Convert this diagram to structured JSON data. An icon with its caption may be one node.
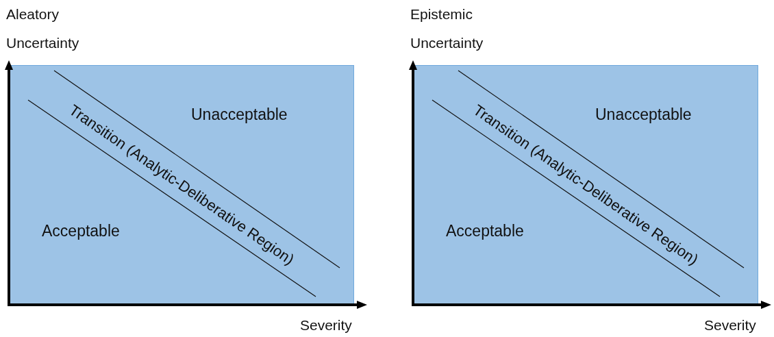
{
  "diagram": {
    "nodes": [
      {
        "text": [
          "Unacceptable",
          "Transition (Analytic-Deliberative Region)",
          "Acceptable"
        ]
      },
      {
        "text": [
          "Unacceptable",
          "Transition (Analytic-Deliberative Region)",
          "Acceptable"
        ]
      }
    ],
    "labels": [
      "Aleatory Uncertainty",
      "Epistemic Uncertainty",
      "Severity",
      "Severity"
    ]
  }
}
